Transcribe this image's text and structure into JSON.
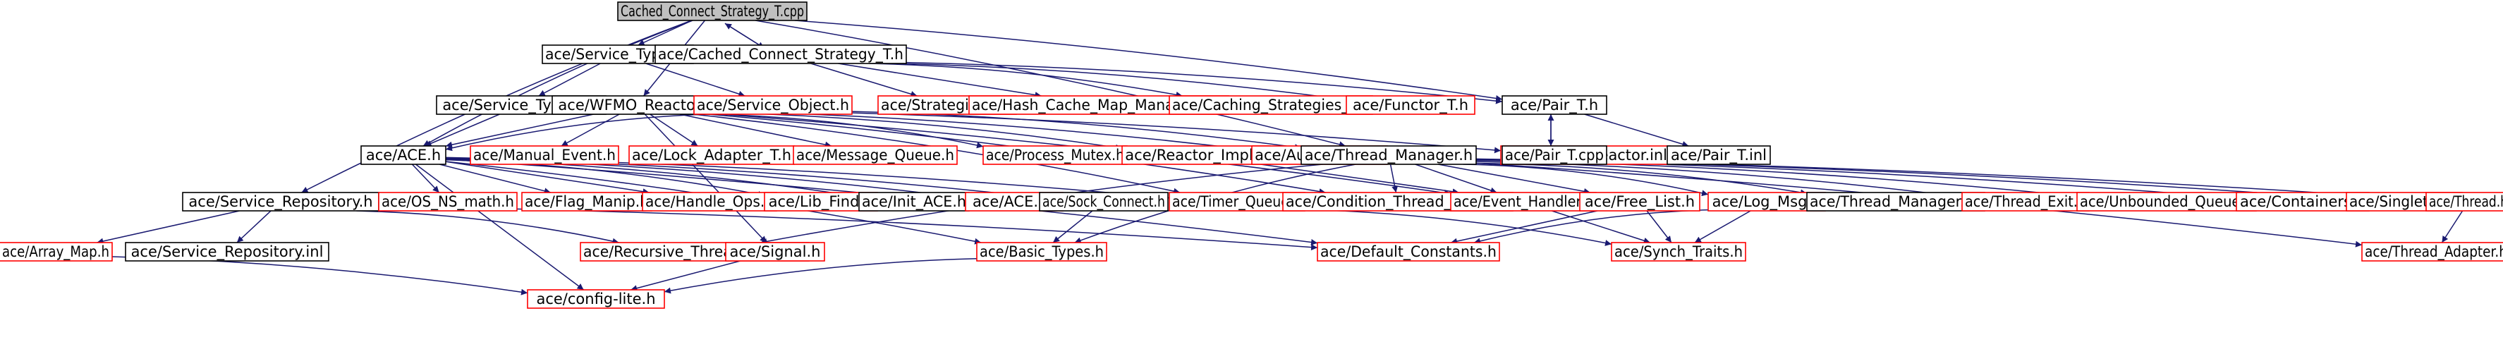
{
  "colors": {
    "root_fill": "#c0c0c0",
    "node_border_normal": "#000000",
    "node_border_external": "#ff0000",
    "edge": "#191970",
    "text": "#000000"
  },
  "nodes": [
    {
      "id": "root",
      "label": "Cached_Connect_Strategy_T.cpp",
      "kind": "root"
    },
    {
      "id": "svc_types_h",
      "label": "ace/Service_Types.h",
      "kind": "normal"
    },
    {
      "id": "ccs_h",
      "label": "ace/Cached_Connect_Strategy_T.h",
      "kind": "normal"
    },
    {
      "id": "svc_types_inl",
      "label": "ace/Service_Types.inl",
      "kind": "normal"
    },
    {
      "id": "wfmo_h",
      "label": "ace/WFMO_Reactor.h",
      "kind": "normal"
    },
    {
      "id": "svc_obj",
      "label": "ace/Service_Object.h",
      "kind": "external"
    },
    {
      "id": "strategies",
      "label": "ace/Strategies_T.h",
      "kind": "external"
    },
    {
      "id": "hash_cache",
      "label": "ace/Hash_Cache_Map_Manager_T.h",
      "kind": "external"
    },
    {
      "id": "caching",
      "label": "ace/Caching_Strategies_T.h",
      "kind": "external"
    },
    {
      "id": "functor",
      "label": "ace/Functor_T.h",
      "kind": "external"
    },
    {
      "id": "pair_h",
      "label": "ace/Pair_T.h",
      "kind": "normal"
    },
    {
      "id": "ace_h",
      "label": "ace/ACE.h",
      "kind": "normal"
    },
    {
      "id": "manual_event",
      "label": "ace/Manual_Event.h",
      "kind": "external"
    },
    {
      "id": "lock_adapter",
      "label": "ace/Lock_Adapter_T.h",
      "kind": "external"
    },
    {
      "id": "msg_queue",
      "label": "ace/Message_Queue.h",
      "kind": "external"
    },
    {
      "id": "process_mutex",
      "label": "ace/Process_Mutex.h",
      "kind": "external"
    },
    {
      "id": "reactor_impl",
      "label": "ace/Reactor_Impl.h",
      "kind": "external"
    },
    {
      "id": "auto_event",
      "label": "ace/Auto_Event.h",
      "kind": "external"
    },
    {
      "id": "thread_mgr",
      "label": "ace/Thread_Manager.h",
      "kind": "normal"
    },
    {
      "id": "wfmo_inl",
      "label": "ace/WFMO_Reactor.inl",
      "kind": "external"
    },
    {
      "id": "pair_cpp",
      "label": "ace/Pair_T.cpp",
      "kind": "normal"
    },
    {
      "id": "pair_inl",
      "label": "ace/Pair_T.inl",
      "kind": "normal"
    },
    {
      "id": "svc_repo",
      "label": "ace/Service_Repository.h",
      "kind": "normal"
    },
    {
      "id": "os_ns_math",
      "label": "ace/OS_NS_math.h",
      "kind": "external"
    },
    {
      "id": "flag_manip",
      "label": "ace/Flag_Manip.h",
      "kind": "external"
    },
    {
      "id": "handle_ops",
      "label": "ace/Handle_Ops.h",
      "kind": "external"
    },
    {
      "id": "lib_find",
      "label": "ace/Lib_Find.h",
      "kind": "external"
    },
    {
      "id": "init_ace",
      "label": "ace/Init_ACE.h",
      "kind": "normal"
    },
    {
      "id": "ace_inl",
      "label": "ace/ACE.inl",
      "kind": "external"
    },
    {
      "id": "sock_connect",
      "label": "ace/Sock_Connect.h",
      "kind": "normal"
    },
    {
      "id": "timer_queue",
      "label": "ace/Timer_Queue.h",
      "kind": "external"
    },
    {
      "id": "cond_mutex",
      "label": "ace/Condition_Thread_Mutex.h",
      "kind": "external"
    },
    {
      "id": "event_handler",
      "label": "ace/Event_Handler.h",
      "kind": "external"
    },
    {
      "id": "free_list",
      "label": "ace/Free_List.h",
      "kind": "external"
    },
    {
      "id": "log_msg",
      "label": "ace/Log_Msg.h",
      "kind": "external"
    },
    {
      "id": "thread_mgr_inl",
      "label": "ace/Thread_Manager.inl",
      "kind": "normal"
    },
    {
      "id": "thread_exit",
      "label": "ace/Thread_Exit.h",
      "kind": "external"
    },
    {
      "id": "unbounded_queue",
      "label": "ace/Unbounded_Queue.h",
      "kind": "external"
    },
    {
      "id": "containers",
      "label": "ace/Containers.h",
      "kind": "external"
    },
    {
      "id": "singleton",
      "label": "ace/Singleton.h",
      "kind": "external"
    },
    {
      "id": "thread",
      "label": "ace/Thread.h",
      "kind": "external"
    },
    {
      "id": "array_map",
      "label": "ace/Array_Map.h",
      "kind": "external"
    },
    {
      "id": "svc_repo_inl",
      "label": "ace/Service_Repository.inl",
      "kind": "normal"
    },
    {
      "id": "recursive_mutex",
      "label": "ace/Recursive_Thread_Mutex.h",
      "kind": "external"
    },
    {
      "id": "signal",
      "label": "ace/Signal.h",
      "kind": "external"
    },
    {
      "id": "basic_types",
      "label": "ace/Basic_Types.h",
      "kind": "external"
    },
    {
      "id": "default_constants",
      "label": "ace/Default_Constants.h",
      "kind": "external"
    },
    {
      "id": "synch_traits",
      "label": "ace/Synch_Traits.h",
      "kind": "external"
    },
    {
      "id": "thread_adapter",
      "label": "ace/Thread_Adapter.h",
      "kind": "external"
    },
    {
      "id": "config_lite",
      "label": "ace/config-lite.h",
      "kind": "external"
    }
  ],
  "edges": [
    [
      "root",
      "svc_types_h"
    ],
    [
      "root",
      "ccs_h"
    ],
    [
      "root",
      "wfmo_h"
    ],
    [
      "root",
      "pair_h"
    ],
    [
      "root",
      "ace_h"
    ],
    [
      "root",
      "svc_repo"
    ],
    [
      "root",
      "thread_mgr"
    ],
    [
      "ccs_h",
      "root"
    ],
    [
      "ccs_h",
      "strategies"
    ],
    [
      "ccs_h",
      "hash_cache"
    ],
    [
      "ccs_h",
      "caching"
    ],
    [
      "ccs_h",
      "functor"
    ],
    [
      "ccs_h",
      "pair_h"
    ],
    [
      "svc_types_h",
      "svc_types_inl"
    ],
    [
      "svc_types_h",
      "svc_obj"
    ],
    [
      "svc_types_inl",
      "ace_h"
    ],
    [
      "svc_obj",
      "ace_h"
    ],
    [
      "svc_obj",
      "thread_mgr"
    ],
    [
      "pair_h",
      "pair_cpp"
    ],
    [
      "pair_cpp",
      "pair_h"
    ],
    [
      "pair_h",
      "pair_inl"
    ],
    [
      "wfmo_h",
      "ace_h"
    ],
    [
      "wfmo_h",
      "manual_event"
    ],
    [
      "wfmo_h",
      "lock_adapter"
    ],
    [
      "wfmo_h",
      "msg_queue"
    ],
    [
      "wfmo_h",
      "process_mutex"
    ],
    [
      "wfmo_h",
      "reactor_impl"
    ],
    [
      "wfmo_h",
      "auto_event"
    ],
    [
      "wfmo_h",
      "wfmo_inl"
    ],
    [
      "wfmo_h",
      "cond_mutex"
    ],
    [
      "wfmo_h",
      "event_handler"
    ],
    [
      "wfmo_h",
      "timer_queue"
    ],
    [
      "wfmo_h",
      "signal"
    ],
    [
      "reactor_impl",
      "event_handler"
    ],
    [
      "ace_h",
      "os_ns_math"
    ],
    [
      "ace_h",
      "flag_manip"
    ],
    [
      "ace_h",
      "handle_ops"
    ],
    [
      "ace_h",
      "lib_find"
    ],
    [
      "ace_h",
      "init_ace"
    ],
    [
      "ace_h",
      "ace_inl"
    ],
    [
      "ace_h",
      "sock_connect"
    ],
    [
      "ace_h",
      "timer_queue"
    ],
    [
      "ace_h",
      "config_lite"
    ],
    [
      "ace_h",
      "basic_types"
    ],
    [
      "ace_h",
      "default_constants"
    ],
    [
      "thread_mgr",
      "cond_mutex"
    ],
    [
      "thread_mgr",
      "event_handler"
    ],
    [
      "thread_mgr",
      "free_list"
    ],
    [
      "thread_mgr",
      "log_msg"
    ],
    [
      "thread_mgr",
      "thread_mgr_inl"
    ],
    [
      "thread_mgr",
      "thread_exit"
    ],
    [
      "thread_mgr",
      "unbounded_queue"
    ],
    [
      "thread_mgr",
      "containers"
    ],
    [
      "thread_mgr",
      "singleton"
    ],
    [
      "thread_mgr",
      "thread"
    ],
    [
      "thread_mgr",
      "thread_adapter"
    ],
    [
      "thread_mgr",
      "recursive_mutex"
    ],
    [
      "thread_mgr",
      "basic_types"
    ],
    [
      "svc_repo",
      "array_map"
    ],
    [
      "svc_repo",
      "svc_repo_inl"
    ],
    [
      "svc_repo",
      "recursive_mutex"
    ],
    [
      "svc_repo",
      "default_constants"
    ],
    [
      "sock_connect",
      "basic_types"
    ],
    [
      "timer_queue",
      "synch_traits"
    ],
    [
      "event_handler",
      "synch_traits"
    ],
    [
      "log_msg",
      "synch_traits"
    ],
    [
      "log_msg",
      "default_constants"
    ],
    [
      "free_list",
      "default_constants"
    ],
    [
      "free_list",
      "synch_traits"
    ],
    [
      "thread",
      "thread_adapter"
    ],
    [
      "array_map",
      "config_lite"
    ],
    [
      "signal",
      "config_lite"
    ],
    [
      "basic_types",
      "config_lite"
    ]
  ]
}
